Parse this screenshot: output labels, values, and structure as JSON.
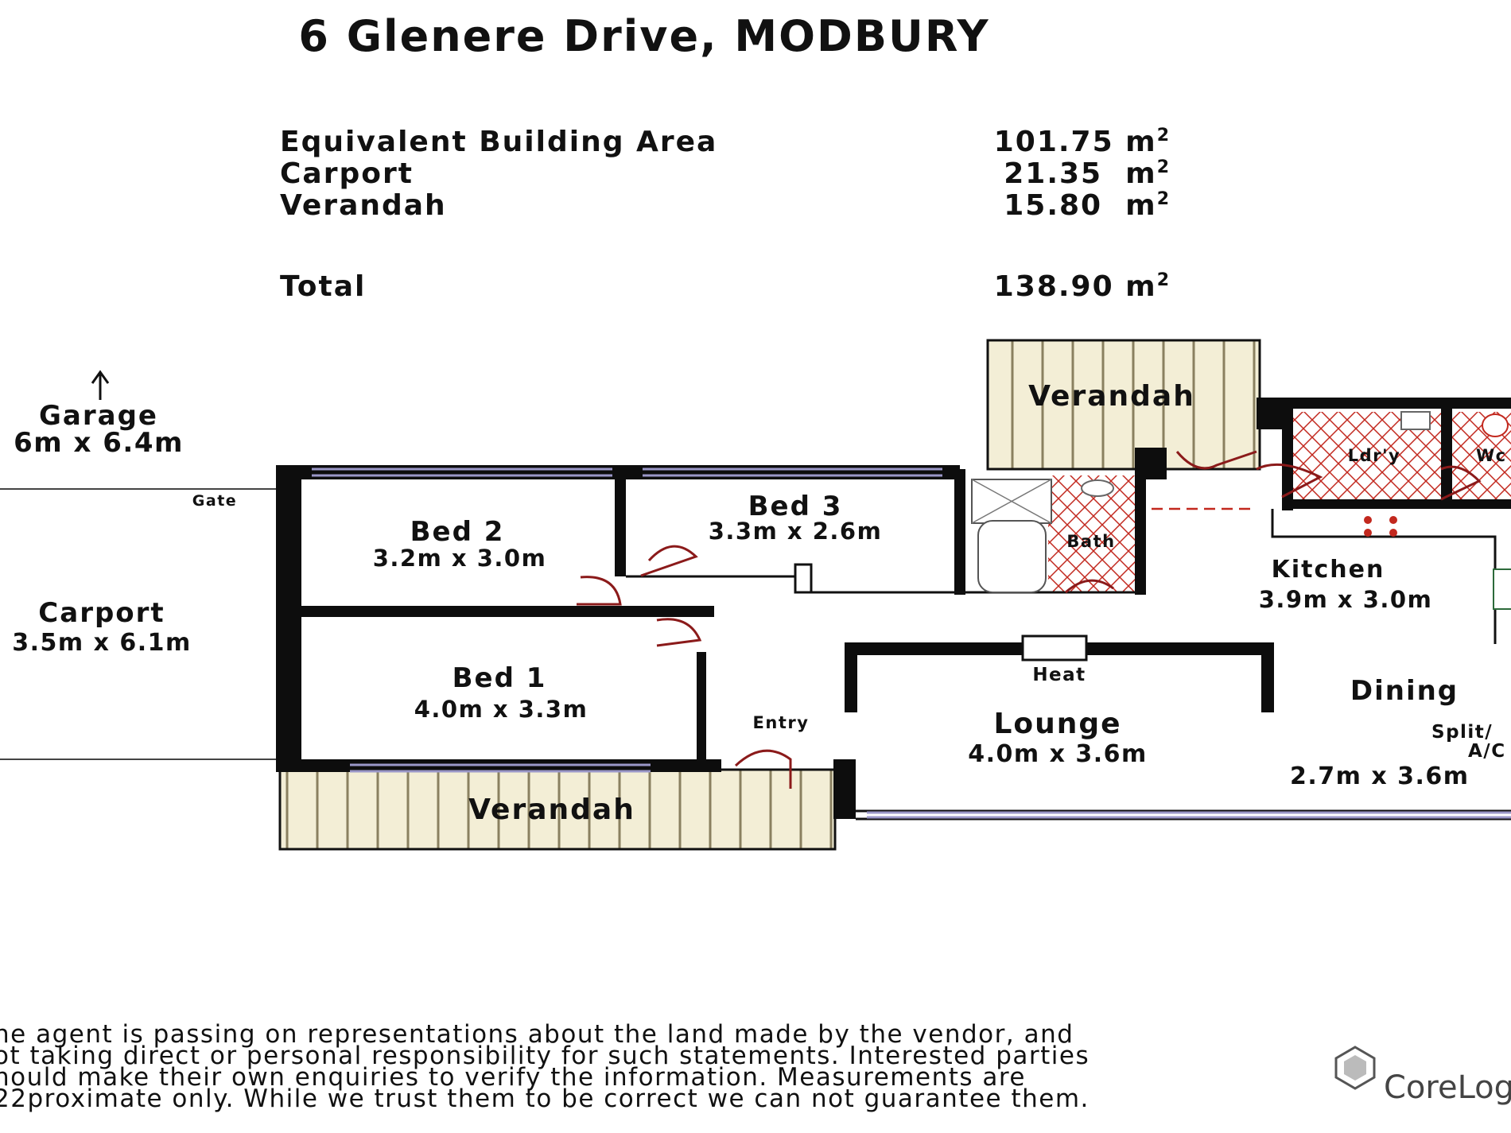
{
  "title": "6 Glenere Drive, MODBURY",
  "areas": [
    {
      "label": "Equivalent Building Area",
      "value": "101.75 m",
      "sup": "2"
    },
    {
      "label": "Carport",
      "value": "21.35  m",
      "sup": "2"
    },
    {
      "label": "Verandah",
      "value": "15.80  m",
      "sup": "2"
    }
  ],
  "total": {
    "label": "Total",
    "value": "138.90 m",
    "sup": "2"
  },
  "rooms": {
    "garage": {
      "name": "Garage",
      "dims": "6m x 6.4m"
    },
    "gate": "Gate",
    "carport": {
      "name": "Carport",
      "dims": "3.5m x 6.1m"
    },
    "bed2": {
      "name": "Bed 2",
      "dims": "3.2m x 3.0m"
    },
    "bed3": {
      "name": "Bed 3",
      "dims": "3.3m x 2.6m"
    },
    "bed1": {
      "name": "Bed 1",
      "dims": "4.0m x 3.3m"
    },
    "bath": "Bath",
    "verandah_top": "Verandah",
    "verandah_bottom": "Verandah",
    "laundry": "Ldr'y",
    "wc": "Wc",
    "kitchen": {
      "name": "Kitchen",
      "dims": "3.9m x 3.0m"
    },
    "heat": "Heat",
    "lounge": {
      "name": "Lounge",
      "dims": "4.0m x 3.6m"
    },
    "entry": "Entry",
    "dining": {
      "name": "Dining",
      "dims": "2.7m x 3.6m"
    },
    "split_ac_1": "Split/",
    "split_ac_2": "A/C"
  },
  "disclaimer": [
    "he agent is passing on representations about the land made by the vendor, and",
    "ot taking direct or personal responsibility for such statements. Interested parties",
    "hould make their own enquiries to verify the information. Measurements are",
    "22proximate only. While we trust them to be correct we can not guarantee them."
  ],
  "logo": {
    "text": "CoreLog",
    "icon": "corelogic-logo-icon"
  },
  "colors": {
    "wall": "#0d0d0d",
    "verandah_hatch": "#f3eed6",
    "wet_area_hatch": "#c2281e",
    "door_arc": "#8b1a1a",
    "window": "#9a97c8"
  }
}
